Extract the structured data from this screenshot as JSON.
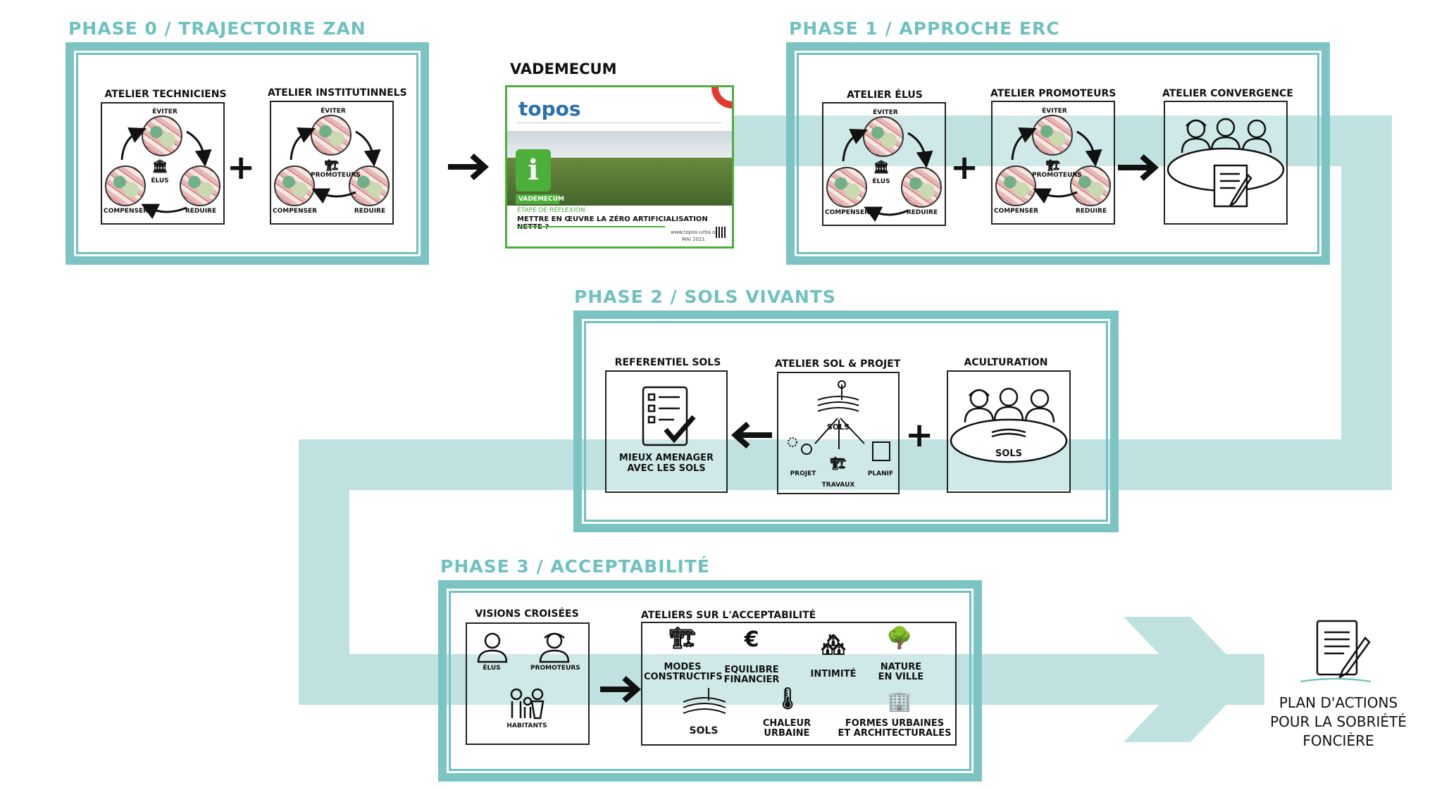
{
  "phases": {
    "p0": {
      "title": "PHASE 0 / TRAJECTOIRE ZAN"
    },
    "p1": {
      "title": "PHASE 1 / APPROCHE ERC"
    },
    "p2": {
      "title": "PHASE 2 / SOLS VIVANTS"
    },
    "p3": {
      "title": "PHASE 3 / ACCEPTABILITÉ"
    }
  },
  "phase0": {
    "techniciens": "ATELIER TECHNICIENS",
    "institutionnels": "ATELIER INSTITUTINNELS",
    "eviter": "ÉVITER",
    "reduire": "REDUIRE",
    "compenser": "COMPENSER",
    "elus": "ÉLUS",
    "promoteurs": "PROMOTEURS"
  },
  "vademecum": {
    "title": "VADEMECUM",
    "logo": "topos",
    "tag": "VADEMECUM",
    "step": "ÉTAPE DE RÉFLEXION",
    "headline": "METTRE EN ŒUVRE LA ZÉRO ARTIFICIALISATION NETTE ?",
    "url": "www.topos-urba.org",
    "date": "MAI 2021"
  },
  "phase1": {
    "elus_title": "ATELIER ÉLUS",
    "promoteurs_title": "ATELIER PROMOTEURS",
    "convergence_title": "ATELIER CONVERGENCE"
  },
  "phase2": {
    "ref_title": "REFERENTIEL SOLS",
    "ref_text_1": "MIEUX AMENAGER",
    "ref_text_2": "AVEC LES SOLS",
    "atelier_title": "ATELIER SOL & PROJET",
    "sols": "SOLS",
    "projet": "PROJET",
    "travaux": "TRAVAUX",
    "planif": "PLANIF",
    "acult_title": "ACULTURATION",
    "acult_sols": "SOLS"
  },
  "phase3": {
    "visions_title": "VISIONS CROISÉES",
    "elus": "ÉLUS",
    "promoteurs": "PROMOTEURS",
    "habitants": "HABITANTS",
    "ateliers_title": "ATELIERS SUR L'ACCEPTABILITÉ",
    "modes_1": "MODES",
    "modes_2": "CONSTRUCTIFS",
    "equilibre_1": "EQUILIBRE",
    "equilibre_2": "FINANCIER",
    "intimite": "INTIMITÉ",
    "nature_1": "NATURE",
    "nature_2": "EN VILLE",
    "sols": "SOLS",
    "chaleur_1": "CHALEUR",
    "chaleur_2": "URBAINE",
    "formes_1": "FORMES URBAINES",
    "formes_2": "ET ARCHITECTURALES"
  },
  "final": {
    "line1": "PLAN D'ACTIONS",
    "line2": "POUR LA SOBRIÉTÉ",
    "line3": "FONCIÈRE"
  },
  "colors": {
    "teal": "#7cc4c3",
    "band": "#bfe2e1",
    "vademecum_green": "#4caf3a"
  }
}
